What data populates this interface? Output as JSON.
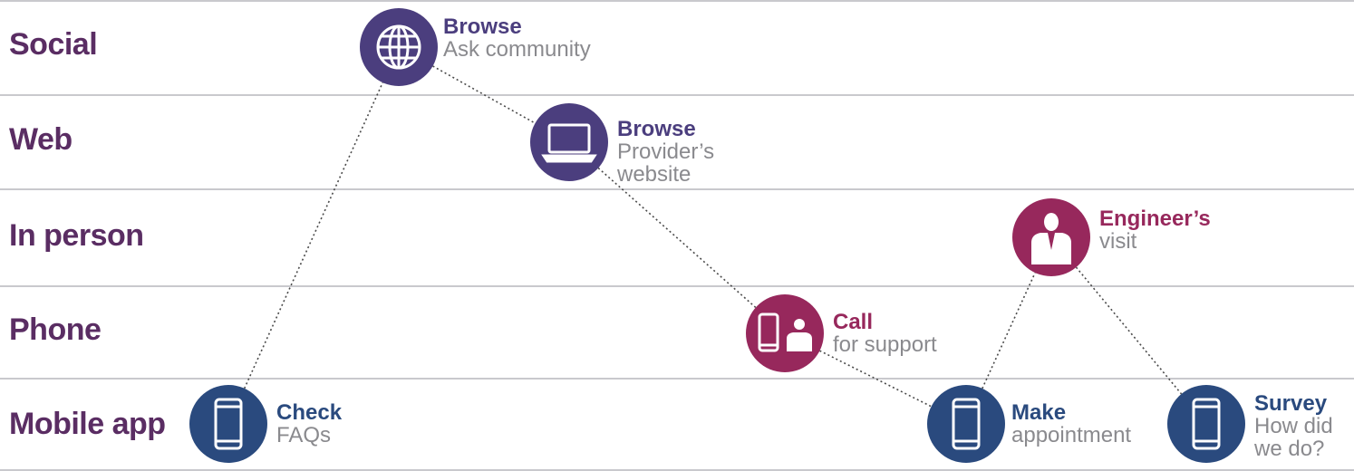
{
  "colors": {
    "purple": "#4b3e7e",
    "maroon": "#97285c",
    "navy": "#2a4a7e",
    "lane_text": "#5a2d63",
    "sub_text": "#8a8a8e",
    "rule": "#c9c9cd"
  },
  "lanes": [
    "Social",
    "Web",
    "In person",
    "Phone",
    "Mobile app"
  ],
  "steps": [
    {
      "title": "Browse",
      "lines": [
        "Ask community"
      ],
      "icon": "globe-icon",
      "color": "#4b3e7e",
      "lane": "Social"
    },
    {
      "title": "Browse",
      "lines": [
        "Provider’s",
        "website"
      ],
      "icon": "laptop-icon",
      "color": "#4b3e7e",
      "lane": "Web"
    },
    {
      "title": "Engineer’s",
      "lines": [
        "visit"
      ],
      "icon": "engineer-icon",
      "color": "#97285c",
      "lane": "In person"
    },
    {
      "title": "Call",
      "lines": [
        "for support"
      ],
      "icon": "phone-agent-icon",
      "color": "#97285c",
      "lane": "Phone"
    },
    {
      "title": "Check",
      "lines": [
        "FAQs"
      ],
      "icon": "mobile-icon",
      "color": "#2a4a7e",
      "lane": "Mobile app"
    },
    {
      "title": "Make",
      "lines": [
        "appointment"
      ],
      "icon": "mobile-icon",
      "color": "#2a4a7e",
      "lane": "Mobile app"
    },
    {
      "title": "Survey",
      "lines": [
        "How did",
        "we do?"
      ],
      "icon": "mobile-icon",
      "color": "#2a4a7e",
      "lane": "Mobile app"
    }
  ],
  "connections": [
    [
      4,
      0
    ],
    [
      0,
      1
    ],
    [
      1,
      3
    ],
    [
      3,
      5
    ],
    [
      5,
      2
    ],
    [
      2,
      6
    ]
  ]
}
